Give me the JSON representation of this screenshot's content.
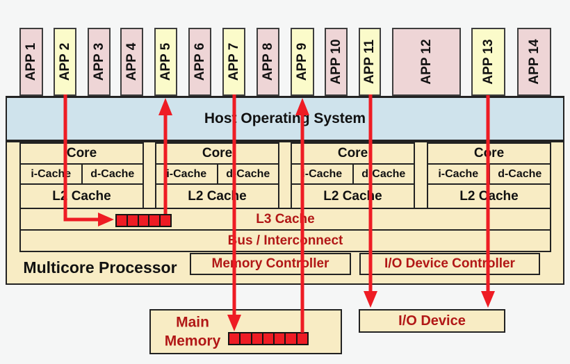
{
  "colors": {
    "background": "#f5f6f6",
    "pink": "#eed5d6",
    "yellow": "#fbfbca",
    "blue": "#cfe3ec",
    "tan": "#f8ecc4",
    "red": "#ee1c24",
    "dark_red": "#b11716",
    "border": "#222222"
  },
  "apps": [
    {
      "label": "APP 1",
      "tone": "pink"
    },
    {
      "label": "APP 2",
      "tone": "yellow"
    },
    {
      "label": "APP 3",
      "tone": "pink"
    },
    {
      "label": "APP 4",
      "tone": "pink"
    },
    {
      "label": "APP 5",
      "tone": "yellow"
    },
    {
      "label": "APP 6",
      "tone": "pink"
    },
    {
      "label": "APP 7",
      "tone": "yellow"
    },
    {
      "label": "APP 8",
      "tone": "pink"
    },
    {
      "label": "APP 9",
      "tone": "yellow"
    },
    {
      "label": "APP 10",
      "tone": "pink"
    },
    {
      "label": "APP 11",
      "tone": "yellow"
    },
    {
      "label": "APP 12",
      "tone": "pink"
    },
    {
      "label": "APP 13",
      "tone": "yellow"
    },
    {
      "label": "APP 14",
      "tone": "pink"
    }
  ],
  "os_layer": {
    "label": "Host Operating System"
  },
  "processor": {
    "label": "Multicore Processor",
    "core_labels": {
      "core": "Core",
      "icache": "i-Cache",
      "dcache": "d-Cache",
      "l2": "L2 Cache"
    },
    "core_count": 4,
    "l3_label": "L3 Cache",
    "bus_label": "Bus / Interconnect",
    "memory_controller_label": "Memory Controller",
    "io_controller_label": "I/O Device Controller",
    "l3_cells": 5
  },
  "main_memory": {
    "line1": "Main",
    "line2": "Memory",
    "cells": 7
  },
  "io_device": {
    "label": "I/O Device"
  }
}
